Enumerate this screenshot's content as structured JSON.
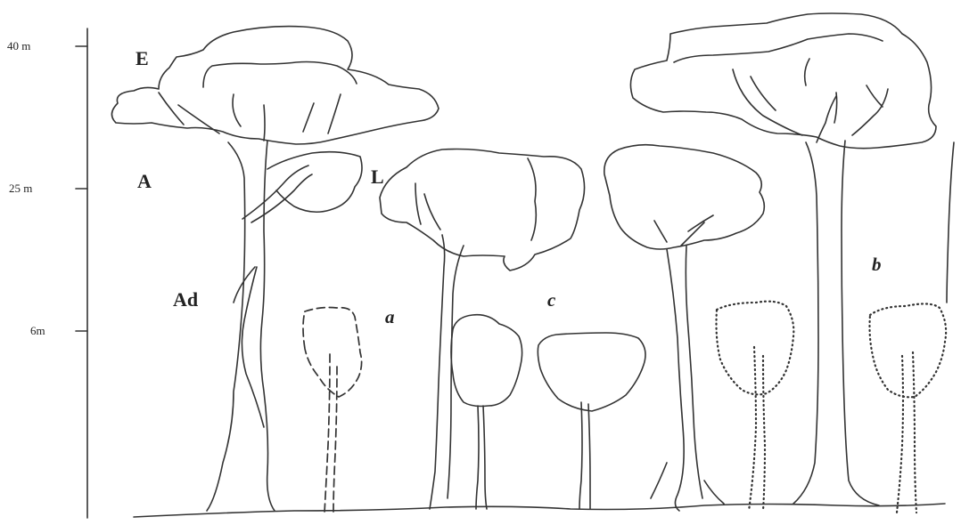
{
  "height_axis": {
    "ticks": [
      "40 m",
      "25 m",
      "6m"
    ]
  },
  "strata_labels": {
    "emergent": "E",
    "canopy": "A",
    "lower_canopy": "L",
    "understory": "Ad"
  },
  "zone_labels": {
    "a": "a",
    "b": "b",
    "c": "c"
  }
}
